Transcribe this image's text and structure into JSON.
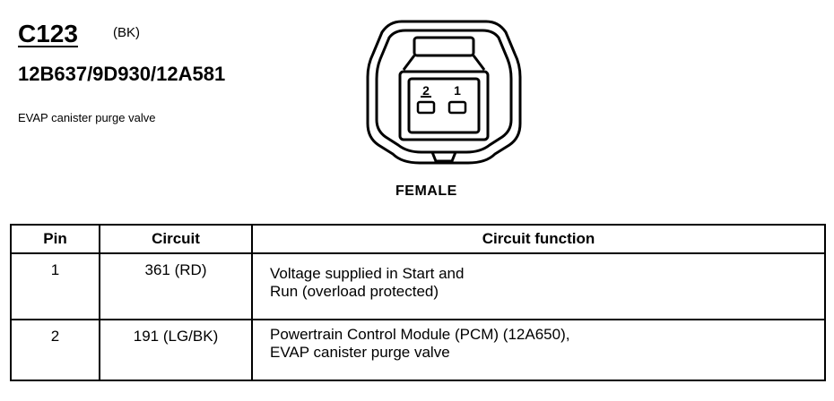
{
  "connector": {
    "id": "C123",
    "color_code": "(BK)",
    "part_numbers": "12B637/9D930/12A581",
    "description": "EVAP canister purge valve",
    "gender": "FEMALE",
    "pin_labels": [
      "2",
      "1"
    ]
  },
  "table": {
    "headers": {
      "pin": "Pin",
      "circuit": "Circuit",
      "function": "Circuit function"
    },
    "rows": [
      {
        "pin": "1",
        "circuit": "361 (RD)",
        "function_lines": [
          "Voltage supplied in Start and",
          "Run (overload protected)"
        ]
      },
      {
        "pin": "2",
        "circuit": "191 (LG/BK)",
        "function_lines": [
          "Powertrain Control Module (PCM) (12A650),",
          "EVAP canister purge valve"
        ]
      }
    ]
  }
}
